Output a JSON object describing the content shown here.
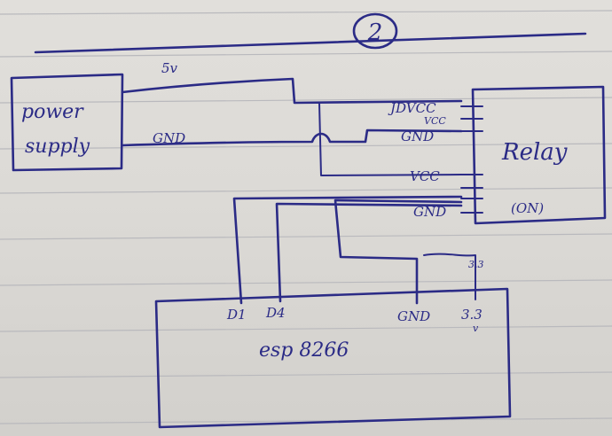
{
  "page_number": "2",
  "power_supply": {
    "label_line1": "power",
    "label_line2": "supply",
    "out_positive": "5v",
    "out_ground": "GND"
  },
  "relay": {
    "label": "Relay",
    "state": "(ON)",
    "pin_jdvcc": "JDVCC",
    "pin_vcc_top": "VCC",
    "pin_gnd_top": "GND",
    "pin_vcc": "VCC",
    "pin_gnd": "GND"
  },
  "esp": {
    "label": "esp 8266",
    "pin_d1": "D1",
    "pin_d4": "D4",
    "pin_gnd": "GND",
    "pin_3v3": "3.3",
    "pin_3v3_unit": "v"
  },
  "ink_color": "#2b2b86",
  "paper_color": "#dcdad6"
}
